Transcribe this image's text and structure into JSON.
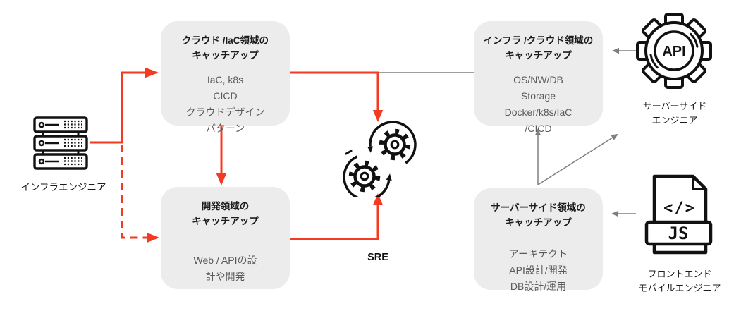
{
  "diagram": {
    "title_implicit": "SRE catch-up paths",
    "colors": {
      "accent_red": "#f43a22",
      "line_gray": "#7f7f7f",
      "box_bg": "#ececec",
      "title_text": "#1c1c1c",
      "body_text": "#5a5a5a",
      "icon_ink": "#111111"
    },
    "left": {
      "infra_engineer_label": "インフラエンジニア"
    },
    "boxes": {
      "cloud_iac": {
        "title": [
          "クラウド /IaC領域の",
          "キャッチアップ"
        ],
        "body": [
          "IaC, k8s",
          "CICD",
          "クラウドデザイン",
          "パターン"
        ]
      },
      "dev": {
        "title": [
          "開発領域の",
          "キャッチアップ"
        ],
        "body": [
          "Web / APIの設",
          "計や開発"
        ]
      },
      "infra_cloud": {
        "title": [
          "インフラ /クラウド領域の",
          "キャッチアップ"
        ],
        "body": [
          "OS/NW/DB",
          "Storage",
          "Docker/k8s/IaC",
          "/CICD"
        ]
      },
      "serverside": {
        "title": [
          "サーバーサイド領域の",
          "キャッチアップ"
        ],
        "body": [
          "アーキテクト",
          "API設計/開発",
          "DB設計/運用"
        ]
      }
    },
    "center": {
      "sre_label": "SRE"
    },
    "right": {
      "serverside_engineer": {
        "icon_text": "API",
        "label": [
          "サーバーサイド",
          "エンジニア"
        ]
      },
      "frontend_engineer": {
        "icon_code": "</>",
        "icon_badge": "JS",
        "label": [
          "フロントエンド",
          "モバイルエンジニア"
        ]
      }
    },
    "edges": [
      {
        "from": "infra-engineer",
        "to": "cloud-iac-box",
        "style": "red-solid-arrow"
      },
      {
        "from": "infra-engineer",
        "to": "dev-box",
        "style": "red-dashed-arrow"
      },
      {
        "from": "cloud-iac-box",
        "to": "dev-box",
        "style": "red-solid-arrow"
      },
      {
        "from": "cloud-iac-box",
        "to": "sre",
        "style": "red-solid-arrow"
      },
      {
        "from": "dev-box",
        "to": "sre",
        "style": "red-solid-arrow"
      },
      {
        "from": "cloud-iac-box",
        "to": "infra-cloud-box",
        "style": "gray-line"
      },
      {
        "from": "serverside-engineer",
        "to": "infra-cloud-box",
        "style": "gray-arrow"
      },
      {
        "from": "frontend-mobile-engineer",
        "to": "serverside-box",
        "style": "gray-arrow"
      },
      {
        "from": "serverside-box",
        "to": "infra-cloud-box",
        "style": "gray-arrow"
      },
      {
        "from": "serverside-box",
        "to": "serverside-engineer",
        "style": "gray-arrow"
      }
    ]
  }
}
